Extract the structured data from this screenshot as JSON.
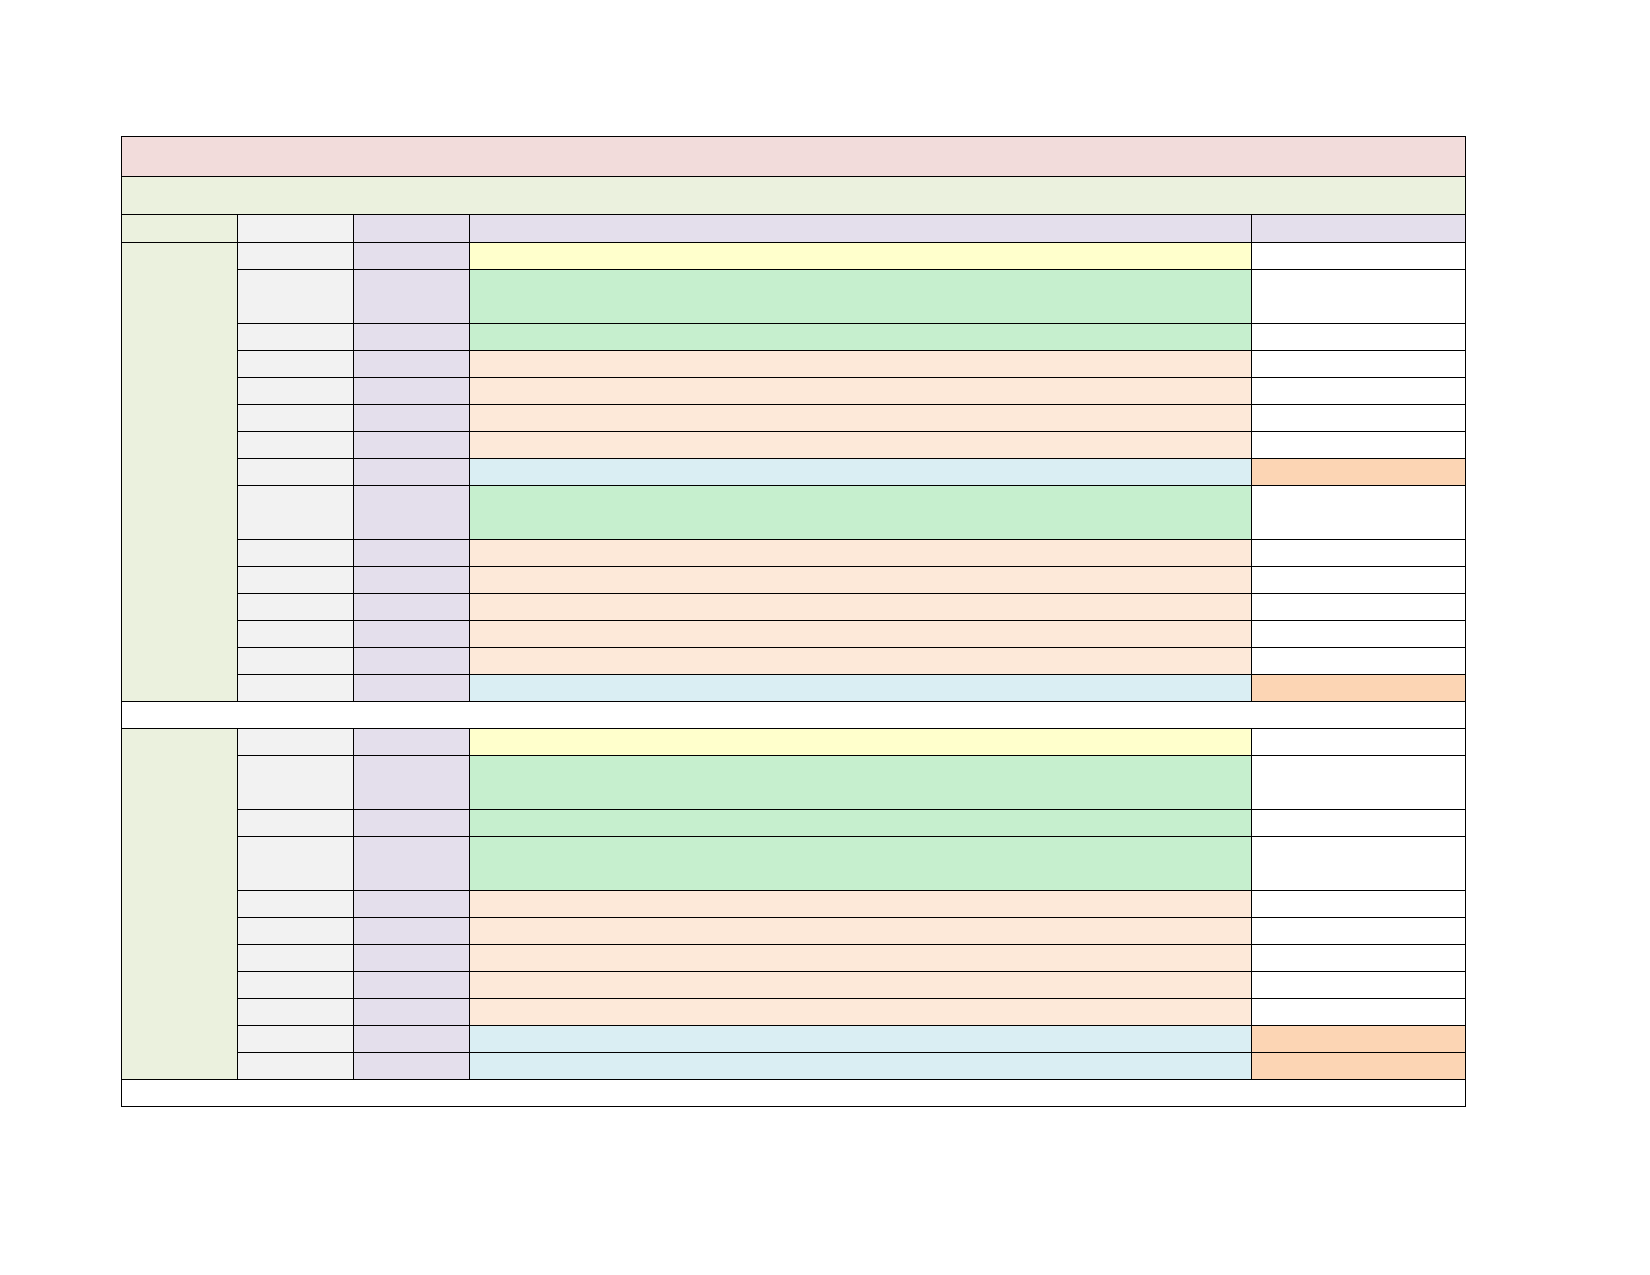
{
  "colors": {
    "title_band": "#f2dcdb",
    "subtitle_band": "#ebf1de",
    "header_first": "#ebf1de",
    "header_second": "#f2f2f2",
    "header_other": "#e4dfec",
    "section_label": "#ebf1de",
    "col_b": "#f2f2f2",
    "col_c": "#e4dfec",
    "yellow": "#ffffcc",
    "green": "#c6efce",
    "peach": "#fde9d9",
    "blue": "#daeef3",
    "orange": "#fcd5b4",
    "white": "#ffffff"
  },
  "sheet": {
    "title": "",
    "subtitle": "",
    "headers": [
      "",
      "",
      "",
      "",
      ""
    ],
    "sections": [
      {
        "label": "",
        "rows": [
          {
            "kind": "yellow",
            "tall": false,
            "b": "",
            "c": "",
            "d": "",
            "e": ""
          },
          {
            "kind": "green",
            "tall": true,
            "b": "",
            "c": "",
            "d": "",
            "e": ""
          },
          {
            "kind": "green",
            "tall": false,
            "b": "",
            "c": "",
            "d": "",
            "e": ""
          },
          {
            "kind": "peach",
            "tall": false,
            "b": "",
            "c": "",
            "d": "",
            "e": ""
          },
          {
            "kind": "peach",
            "tall": false,
            "b": "",
            "c": "",
            "d": "",
            "e": ""
          },
          {
            "kind": "peach",
            "tall": false,
            "b": "",
            "c": "",
            "d": "",
            "e": ""
          },
          {
            "kind": "peach",
            "tall": false,
            "b": "",
            "c": "",
            "d": "",
            "e": ""
          },
          {
            "kind": "blue",
            "tall": false,
            "b": "",
            "c": "",
            "d": "",
            "e": ""
          },
          {
            "kind": "green",
            "tall": true,
            "b": "",
            "c": "",
            "d": "",
            "e": ""
          },
          {
            "kind": "peach",
            "tall": false,
            "b": "",
            "c": "",
            "d": "",
            "e": ""
          },
          {
            "kind": "peach",
            "tall": false,
            "b": "",
            "c": "",
            "d": "",
            "e": ""
          },
          {
            "kind": "peach",
            "tall": false,
            "b": "",
            "c": "",
            "d": "",
            "e": ""
          },
          {
            "kind": "peach",
            "tall": false,
            "b": "",
            "c": "",
            "d": "",
            "e": ""
          },
          {
            "kind": "peach",
            "tall": false,
            "b": "",
            "c": "",
            "d": "",
            "e": ""
          },
          {
            "kind": "blue",
            "tall": false,
            "b": "",
            "c": "",
            "d": "",
            "e": ""
          }
        ],
        "footer": ""
      },
      {
        "label": "",
        "rows": [
          {
            "kind": "yellow",
            "tall": false,
            "b": "",
            "c": "",
            "d": "",
            "e": ""
          },
          {
            "kind": "green",
            "tall": true,
            "b": "",
            "c": "",
            "d": "",
            "e": ""
          },
          {
            "kind": "green",
            "tall": false,
            "b": "",
            "c": "",
            "d": "",
            "e": ""
          },
          {
            "kind": "green",
            "tall": true,
            "b": "",
            "c": "",
            "d": "",
            "e": ""
          },
          {
            "kind": "peach",
            "tall": false,
            "b": "",
            "c": "",
            "d": "",
            "e": ""
          },
          {
            "kind": "peach",
            "tall": false,
            "b": "",
            "c": "",
            "d": "",
            "e": ""
          },
          {
            "kind": "peach",
            "tall": false,
            "b": "",
            "c": "",
            "d": "",
            "e": ""
          },
          {
            "kind": "peach",
            "tall": false,
            "b": "",
            "c": "",
            "d": "",
            "e": ""
          },
          {
            "kind": "peach",
            "tall": false,
            "b": "",
            "c": "",
            "d": "",
            "e": ""
          },
          {
            "kind": "blue",
            "tall": false,
            "b": "",
            "c": "",
            "d": "",
            "e": ""
          },
          {
            "kind": "blue",
            "tall": false,
            "b": "",
            "c": "",
            "d": "",
            "e": ""
          }
        ],
        "footer": ""
      }
    ]
  }
}
